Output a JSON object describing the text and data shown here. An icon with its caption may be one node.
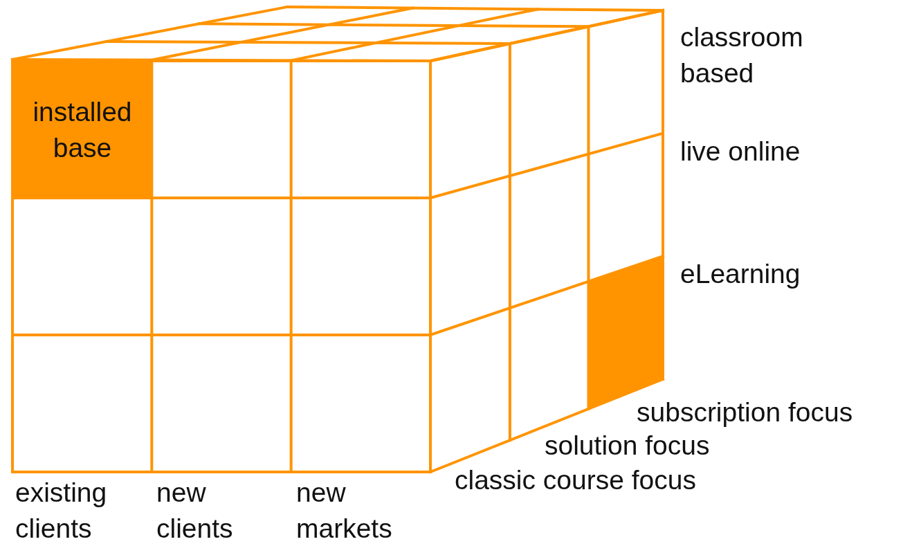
{
  "diagram": {
    "nodes": [
      {
        "text": [
          "installed base"
        ]
      },
      {
        "text": [],
        "shape": "box"
      }
    ],
    "edges": [],
    "labels": [
      "classroom based",
      "live online",
      "eLearning",
      "subscription focus",
      "solution focus",
      "classic course focus",
      "existing clients",
      "new clients",
      "new markets"
    ]
  }
}
